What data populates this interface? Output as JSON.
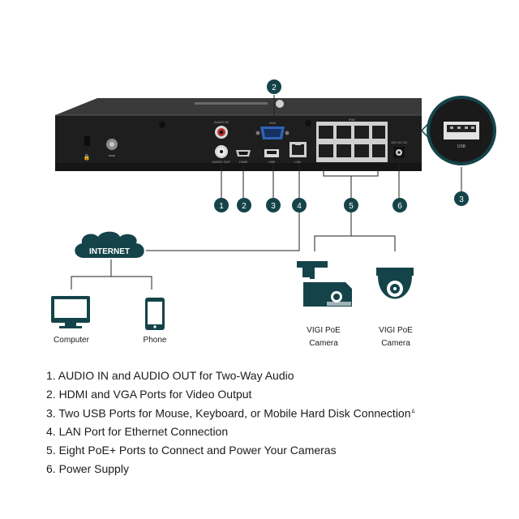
{
  "device": {
    "panel_labels": {
      "audio_in": "AUDIO IN",
      "audio_out": "AUDIO OUT",
      "hdmi": "HDMI",
      "vga": "VGA",
      "usb": "USB",
      "lan": "LAN",
      "poe": "PoE",
      "power": "12V DC 2A"
    },
    "callouts": [
      "1",
      "2",
      "3",
      "4",
      "5",
      "6"
    ]
  },
  "usb_zoom": {
    "label": "USB",
    "callout": "3"
  },
  "network": {
    "internet_label": "INTERNET",
    "clients": [
      {
        "icon": "monitor-icon",
        "label": "Computer"
      },
      {
        "icon": "phone-icon",
        "label": "Phone"
      }
    ],
    "cameras": [
      {
        "icon": "bullet-camera-icon",
        "line1": "VIGI PoE",
        "line2": "Camera"
      },
      {
        "icon": "turret-camera-icon",
        "line1": "VIGI PoE",
        "line2": "Camera"
      }
    ]
  },
  "features": [
    {
      "text": "1. AUDIO IN and AUDIO OUT for Two-Way Audio",
      "note": ""
    },
    {
      "text": "2. HDMI and VGA Ports for Video Output",
      "note": ""
    },
    {
      "text": "3. Two USB Ports for Mouse, Keyboard, or Mobile Hard Disk Connection",
      "note": "Δ"
    },
    {
      "text": "4. LAN Port for Ethernet Connection",
      "note": ""
    },
    {
      "text": "5. Eight PoE+ Ports to Connect and Power Your Cameras",
      "note": ""
    },
    {
      "text": "6. Power Supply",
      "note": ""
    }
  ],
  "colors": {
    "accent": "#144449",
    "device": "#1f1f1f",
    "line": "#222222"
  }
}
